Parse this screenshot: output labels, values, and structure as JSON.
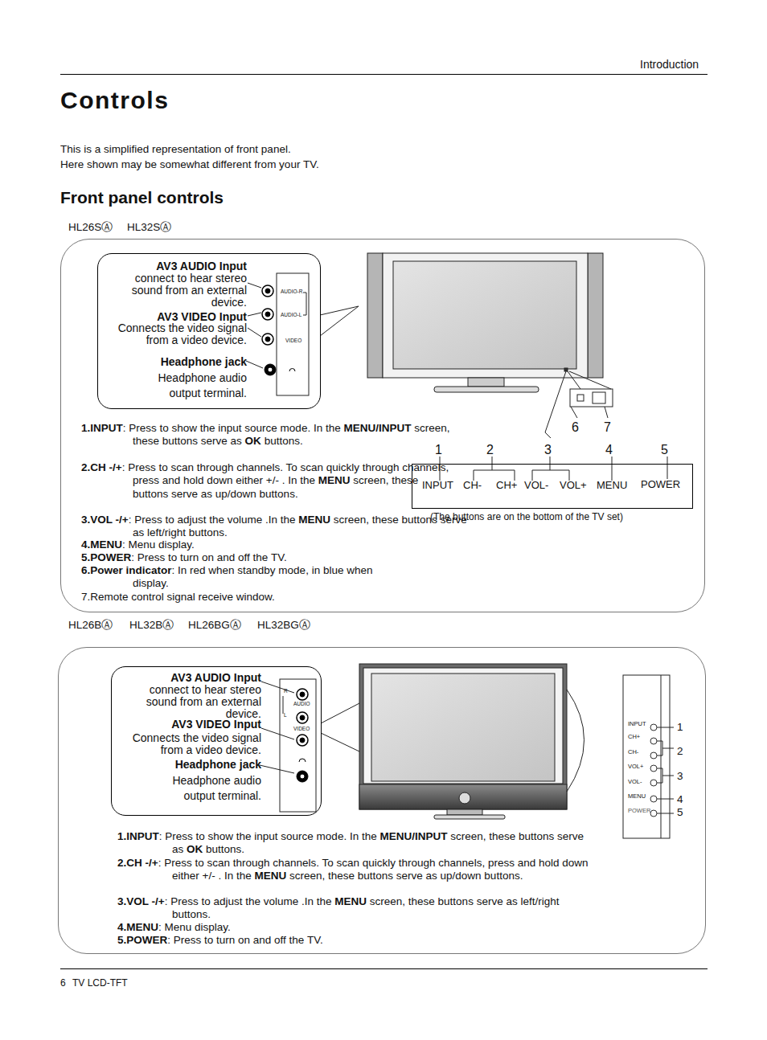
{
  "diagram": {
    "title": "Controls",
    "nodes": [
      {
        "text": [
          "HL26SⒶ",
          "HL32SⒶ"
        ]
      },
      {
        "text": [
          "AV3 AUDIO Input",
          "connect to hear stereo sound from an external device.",
          "AV3 VIDEO Input",
          "Connects the video signal from a video device.",
          "Headphone jack",
          "Headphone audio output terminal."
        ],
        "in": 0
      },
      {
        "text": [
          "INPUT",
          "CH-",
          "CH+",
          "VOL-",
          "VOL+",
          "MENU",
          "POWER"
        ],
        "in": 0
      },
      {
        "text": [
          "HL26BⒶ",
          "HL32BⒶ",
          "HL26BGⒶ",
          "HL32BGⒶ"
        ]
      },
      {
        "text": [
          "AV3 AUDIO Input",
          "connect to hear stereo sound from an external device.",
          "AV3 VIDEO Input",
          "Connects the video signal from a video device.",
          "Headphone jack",
          "Headphone audio output terminal."
        ],
        "in": 3
      },
      {
        "text": [
          "INPUT",
          "CH+",
          "CH-",
          "VOL+",
          "VOL-",
          "MENU",
          "POWER"
        ],
        "in": 3
      }
    ],
    "labels": [
      "Introduction",
      "This is a simplified representation of front panel.",
      "Here shown may be somewhat different from your TV.",
      "Front panel controls",
      "AUDIO-R",
      "AUDIO-L",
      "VIDEO",
      "6",
      "7",
      "1",
      "2",
      "3",
      "4",
      "5",
      "(The buttons are on the bottom of the TV set)",
      "1.INPUT",
      ": Press to show  the input source mode. In the",
      "MENU/INPUT",
      "screen, these buttons serve as",
      "OK",
      "buttons.",
      "2.CH  -/+",
      ": Press  to scan through channels. To scan quickly through channels, press and hold down either +/- . In the",
      "MENU",
      "screen, these buttons serve as up/down buttons.",
      "3.VOL -/+",
      ": Press  to adjust the volume .In the",
      "MENU",
      "screen, these buttons serve as left/right buttons.",
      "4.MENU",
      ": Menu display.",
      "5.POWER",
      ": Press to turn on and off the TV.",
      "6.Power indicator",
      ": In red when standby mode, in blue when display.",
      "7.Remote control signal receive window.",
      "R",
      "AUDIO",
      "L",
      "VIDEO",
      "1",
      "2",
      "3",
      "4",
      "5",
      "1.INPUT",
      ": Press to show  the input source mode. In the",
      "MENU/INPUT",
      "screen, these buttons serve as",
      "OK",
      "buttons.",
      "2.CH  -/+",
      ": Press  to scan through channels. To scan quickly through channels, press and hold down either +/- . In the",
      "MENU",
      "screen, these buttons serve as up/down buttons.",
      "3.VOL -/+",
      ": Press  to adjust the volume .In the",
      "MENU",
      "screen, these buttons serve as left/right buttons.",
      "4.MENU",
      ": Menu display.",
      "5.POWER",
      ": Press to turn on and off the TV.",
      "6",
      "TV LCD-TFT"
    ]
  }
}
